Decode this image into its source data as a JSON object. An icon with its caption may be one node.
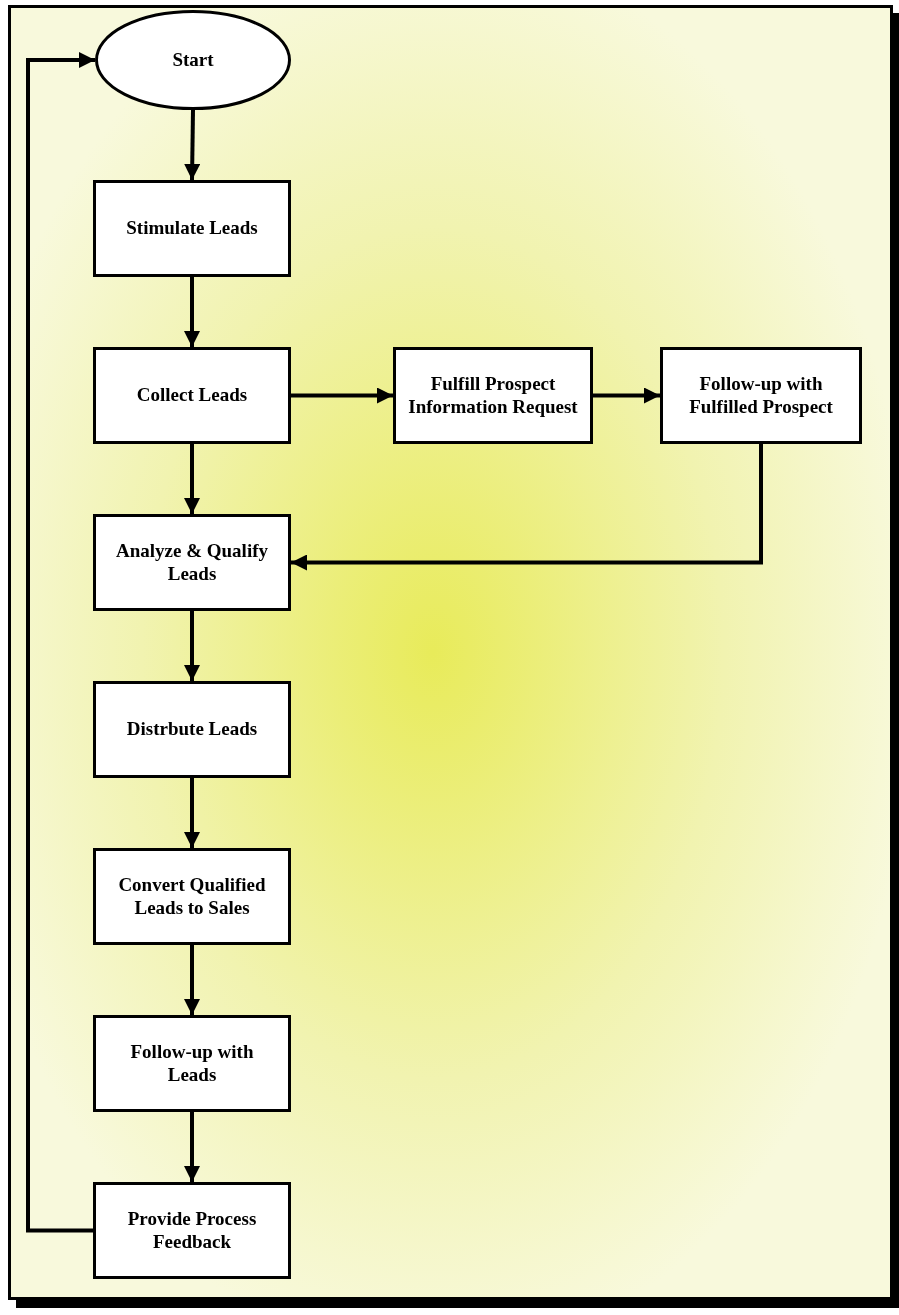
{
  "diagram": {
    "nodes": [
      {
        "text": [
          "Start"
        ]
      },
      {
        "text": [
          "Stimulate Leads"
        ]
      },
      {
        "text": [
          "Collect Leads"
        ]
      },
      {
        "text": [
          "Fulfill Prospect Information Request"
        ]
      },
      {
        "text": [
          "Follow-up with Fulfilled Prospect"
        ]
      },
      {
        "text": [
          "Analyze & Qualify Leads"
        ]
      },
      {
        "text": [
          "Distrbute Leads"
        ]
      },
      {
        "text": [
          "Convert Qualified Leads to Sales"
        ]
      },
      {
        "text": [
          "Follow-up with Leads"
        ]
      },
      {
        "text": [
          "Provide Process Feedback"
        ]
      }
    ],
    "edges": [
      {
        "from": 0,
        "to": 1,
        "arrow": "to"
      },
      {
        "from": 1,
        "to": 2,
        "arrow": "to"
      },
      {
        "from": 2,
        "to": 3,
        "arrow": "to"
      },
      {
        "from": 3,
        "to": 4,
        "arrow": "to"
      },
      {
        "from": 2,
        "to": 5,
        "arrow": "to"
      },
      {
        "from": 4,
        "to": 5,
        "arrow": "to"
      },
      {
        "from": 5,
        "to": 6,
        "arrow": "to"
      },
      {
        "from": 6,
        "to": 7,
        "arrow": "to"
      },
      {
        "from": 7,
        "to": 8,
        "arrow": "to"
      },
      {
        "from": 8,
        "to": 9,
        "arrow": "to"
      },
      {
        "from": 9,
        "to": 0,
        "arrow": "to"
      }
    ]
  }
}
